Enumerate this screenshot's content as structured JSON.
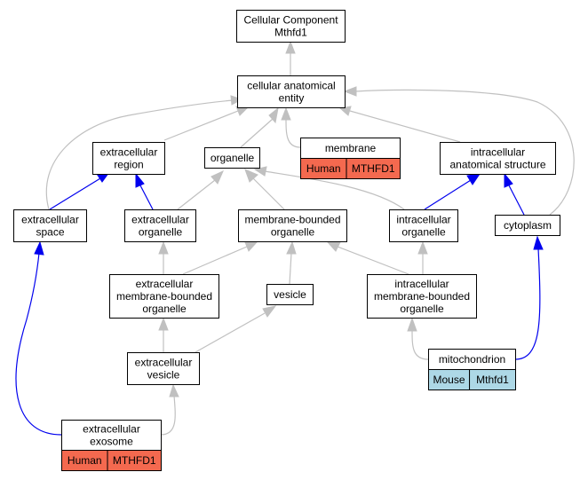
{
  "colors": {
    "gray_edge": "#c0c0c0",
    "blue_edge": "#0000ee",
    "human_tag": "#f4694f",
    "mouse_tag": "#add8e6"
  },
  "nodes": {
    "root": {
      "lines": [
        "Cellular Component",
        "Mthfd1"
      ]
    },
    "cae": {
      "lines": [
        "cellular anatomical",
        "entity"
      ]
    },
    "ecr": {
      "lines": [
        "extracellular",
        "region"
      ]
    },
    "org": {
      "lines": [
        "organelle"
      ]
    },
    "mem": {
      "lines": [
        "membrane"
      ],
      "tags": [
        {
          "species": "Human",
          "gene": "MTHFD1",
          "color": "human"
        }
      ]
    },
    "ias": {
      "lines": [
        "intracellular",
        "anatomical structure"
      ]
    },
    "ecs": {
      "lines": [
        "extracellular",
        "space"
      ]
    },
    "eco": {
      "lines": [
        "extracellular",
        "organelle"
      ]
    },
    "mbo": {
      "lines": [
        "membrane-bounded",
        "organelle"
      ]
    },
    "ico": {
      "lines": [
        "intracellular",
        "organelle"
      ]
    },
    "cyt": {
      "lines": [
        "cytoplasm"
      ]
    },
    "emb": {
      "lines": [
        "extracellular",
        "membrane-bounded",
        "organelle"
      ]
    },
    "ves": {
      "lines": [
        "vesicle"
      ]
    },
    "imb": {
      "lines": [
        "intracellular",
        "membrane-bounded",
        "organelle"
      ]
    },
    "ecv": {
      "lines": [
        "extracellular",
        "vesicle"
      ]
    },
    "mit": {
      "lines": [
        "mitochondrion"
      ],
      "tags": [
        {
          "species": "Mouse",
          "gene": "Mthfd1",
          "color": "mouse"
        }
      ]
    },
    "exo": {
      "lines": [
        "extracellular",
        "exosome"
      ],
      "tags": [
        {
          "species": "Human",
          "gene": "MTHFD1",
          "color": "human"
        }
      ]
    }
  }
}
